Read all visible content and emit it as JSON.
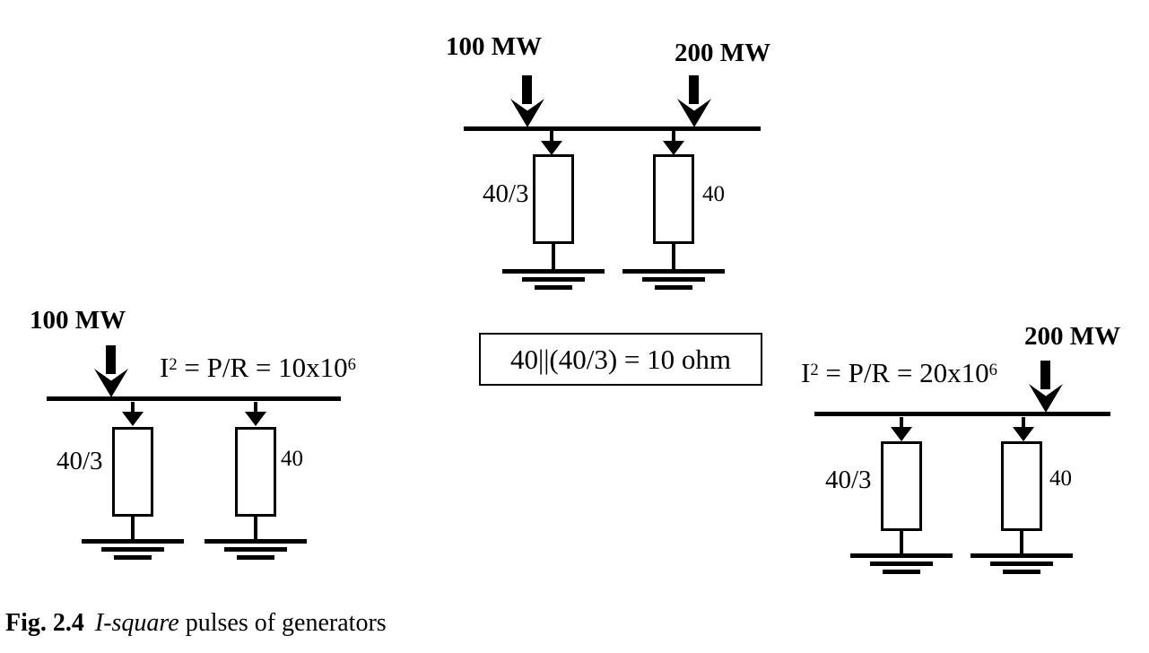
{
  "colors": {
    "ink": "#000000",
    "background": "#ffffff"
  },
  "top_diagram": {
    "injection_left": "100 MW",
    "injection_right": "200 MW",
    "resistor_left": "40/3",
    "resistor_right": "40"
  },
  "equiv_box": {
    "text": "40||(40/3) = 10 ohm"
  },
  "left_diagram": {
    "injection": "100 MW",
    "equation": {
      "base": "I",
      "sup": "2",
      "mid": " = P/R = 10x10",
      "exp": "6"
    },
    "resistor_left": "40/3",
    "resistor_right": "40"
  },
  "right_diagram": {
    "injection": "200 MW",
    "equation": {
      "base": "I",
      "sup": "2",
      "mid": " = P/R = 20x10",
      "exp": "6"
    },
    "resistor_left": "40/3",
    "resistor_right": "40"
  },
  "caption": {
    "label": "Fig. 2.4",
    "italic": "I-square",
    "rest": " pulses of generators"
  }
}
